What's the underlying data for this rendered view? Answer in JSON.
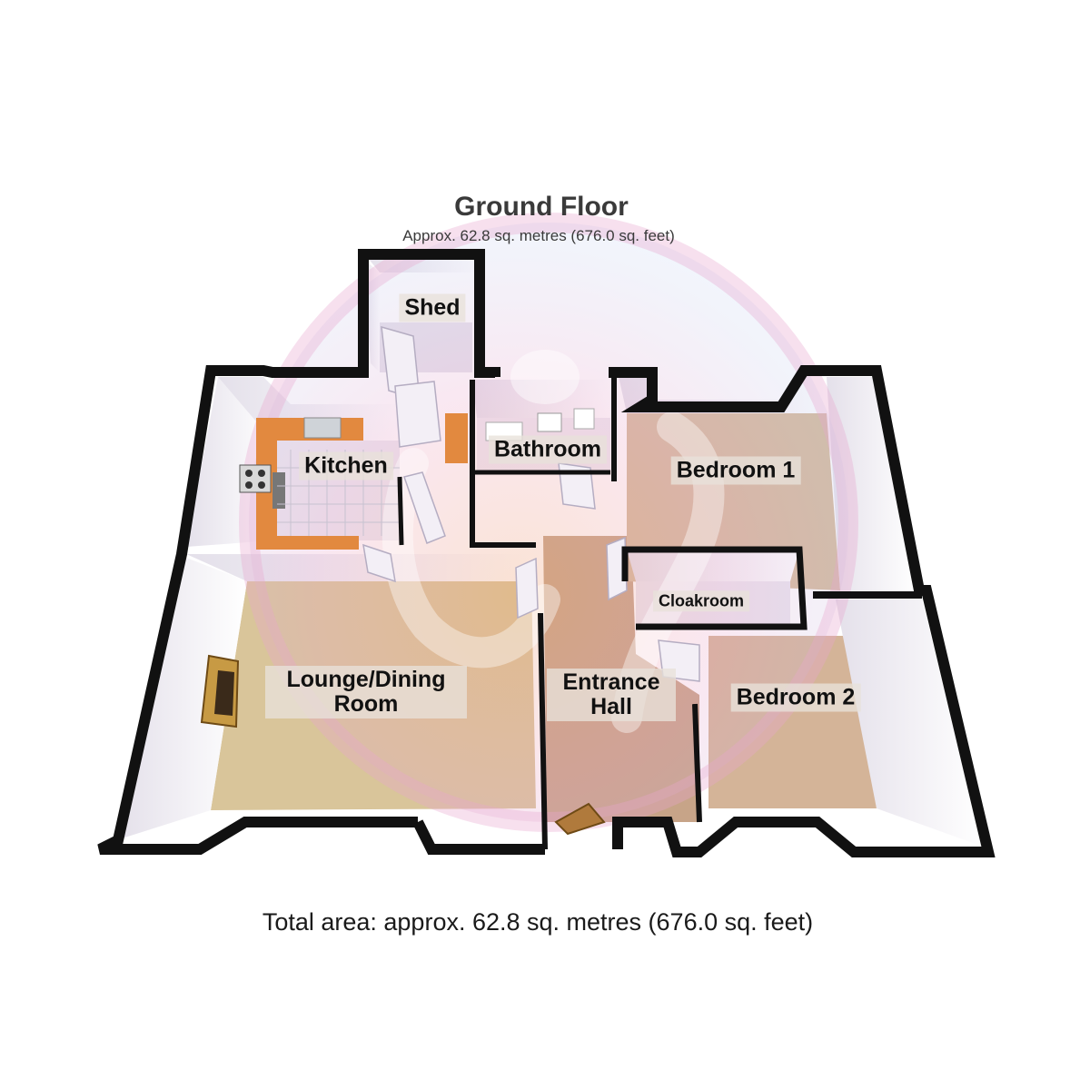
{
  "header": {
    "title": "Ground Floor",
    "subtitle": "Approx. 62.8 sq. metres (676.0 sq. feet)"
  },
  "footer": {
    "total": "Total area: approx. 62.8 sq. metres (676.0 sq. feet)"
  },
  "rooms": {
    "shed": "Shed",
    "kitchen": "Kitchen",
    "bathroom": "Bathroom",
    "bedroom1": "Bedroom 1",
    "cloakroom": "Cloakroom",
    "lounge": "Lounge/Dining Room",
    "entrance": "Entrance Hall",
    "bedroom2": "Bedroom 2"
  },
  "colors": {
    "wall": "#111111",
    "wall_face": "#ffffff",
    "carpet_lounge": "#d9c59a",
    "carpet_hall": "#c9a58a",
    "carpet_bedroom": "#d3b79a",
    "kitchen_worktop": "#e2893f",
    "watermark_pink": "#e9a6cf",
    "watermark_blue": "#aec8ef",
    "watermark_orange": "#f0a878"
  }
}
